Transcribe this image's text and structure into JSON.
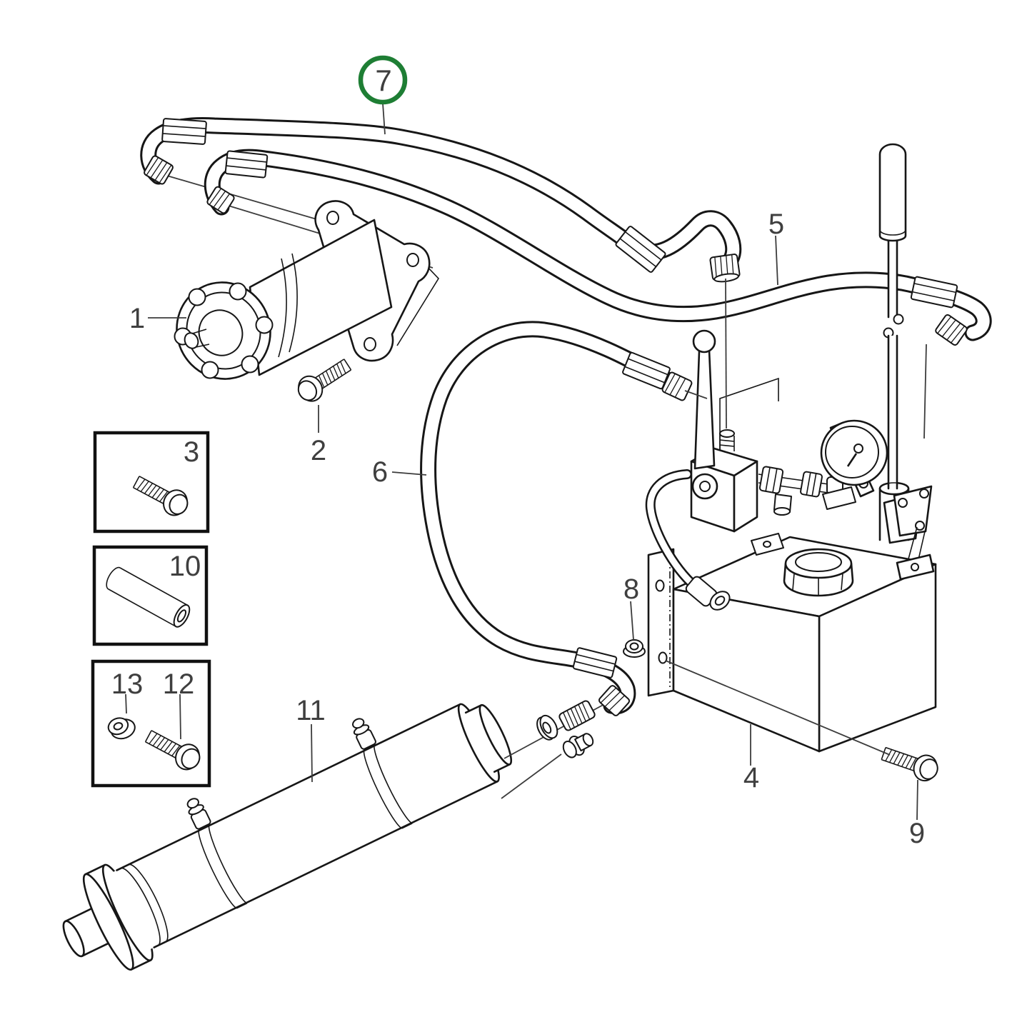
{
  "diagram": {
    "type": "exploded-parts-diagram",
    "subject": "hydraulic-steering-system",
    "background": "#ffffff",
    "line_color": "#161616",
    "label_color": "#3f3f3f",
    "highlight": {
      "color": "#1e7e34",
      "label": "7"
    },
    "labels": {
      "n1": "1",
      "n2": "2",
      "n3": "3",
      "n4": "4",
      "n5": "5",
      "n6": "6",
      "n7": "7",
      "n8": "8",
      "n9": "9",
      "n10": "10",
      "n11": "11",
      "n12": "12",
      "n13": "13"
    },
    "inset_boxes": [
      {
        "contains": "flange-bolt",
        "label": "3"
      },
      {
        "contains": "spacer-sleeve",
        "label": "10"
      },
      {
        "contains": "flange-nut-and-bolt",
        "labels": [
          "13",
          "12"
        ]
      }
    ]
  }
}
